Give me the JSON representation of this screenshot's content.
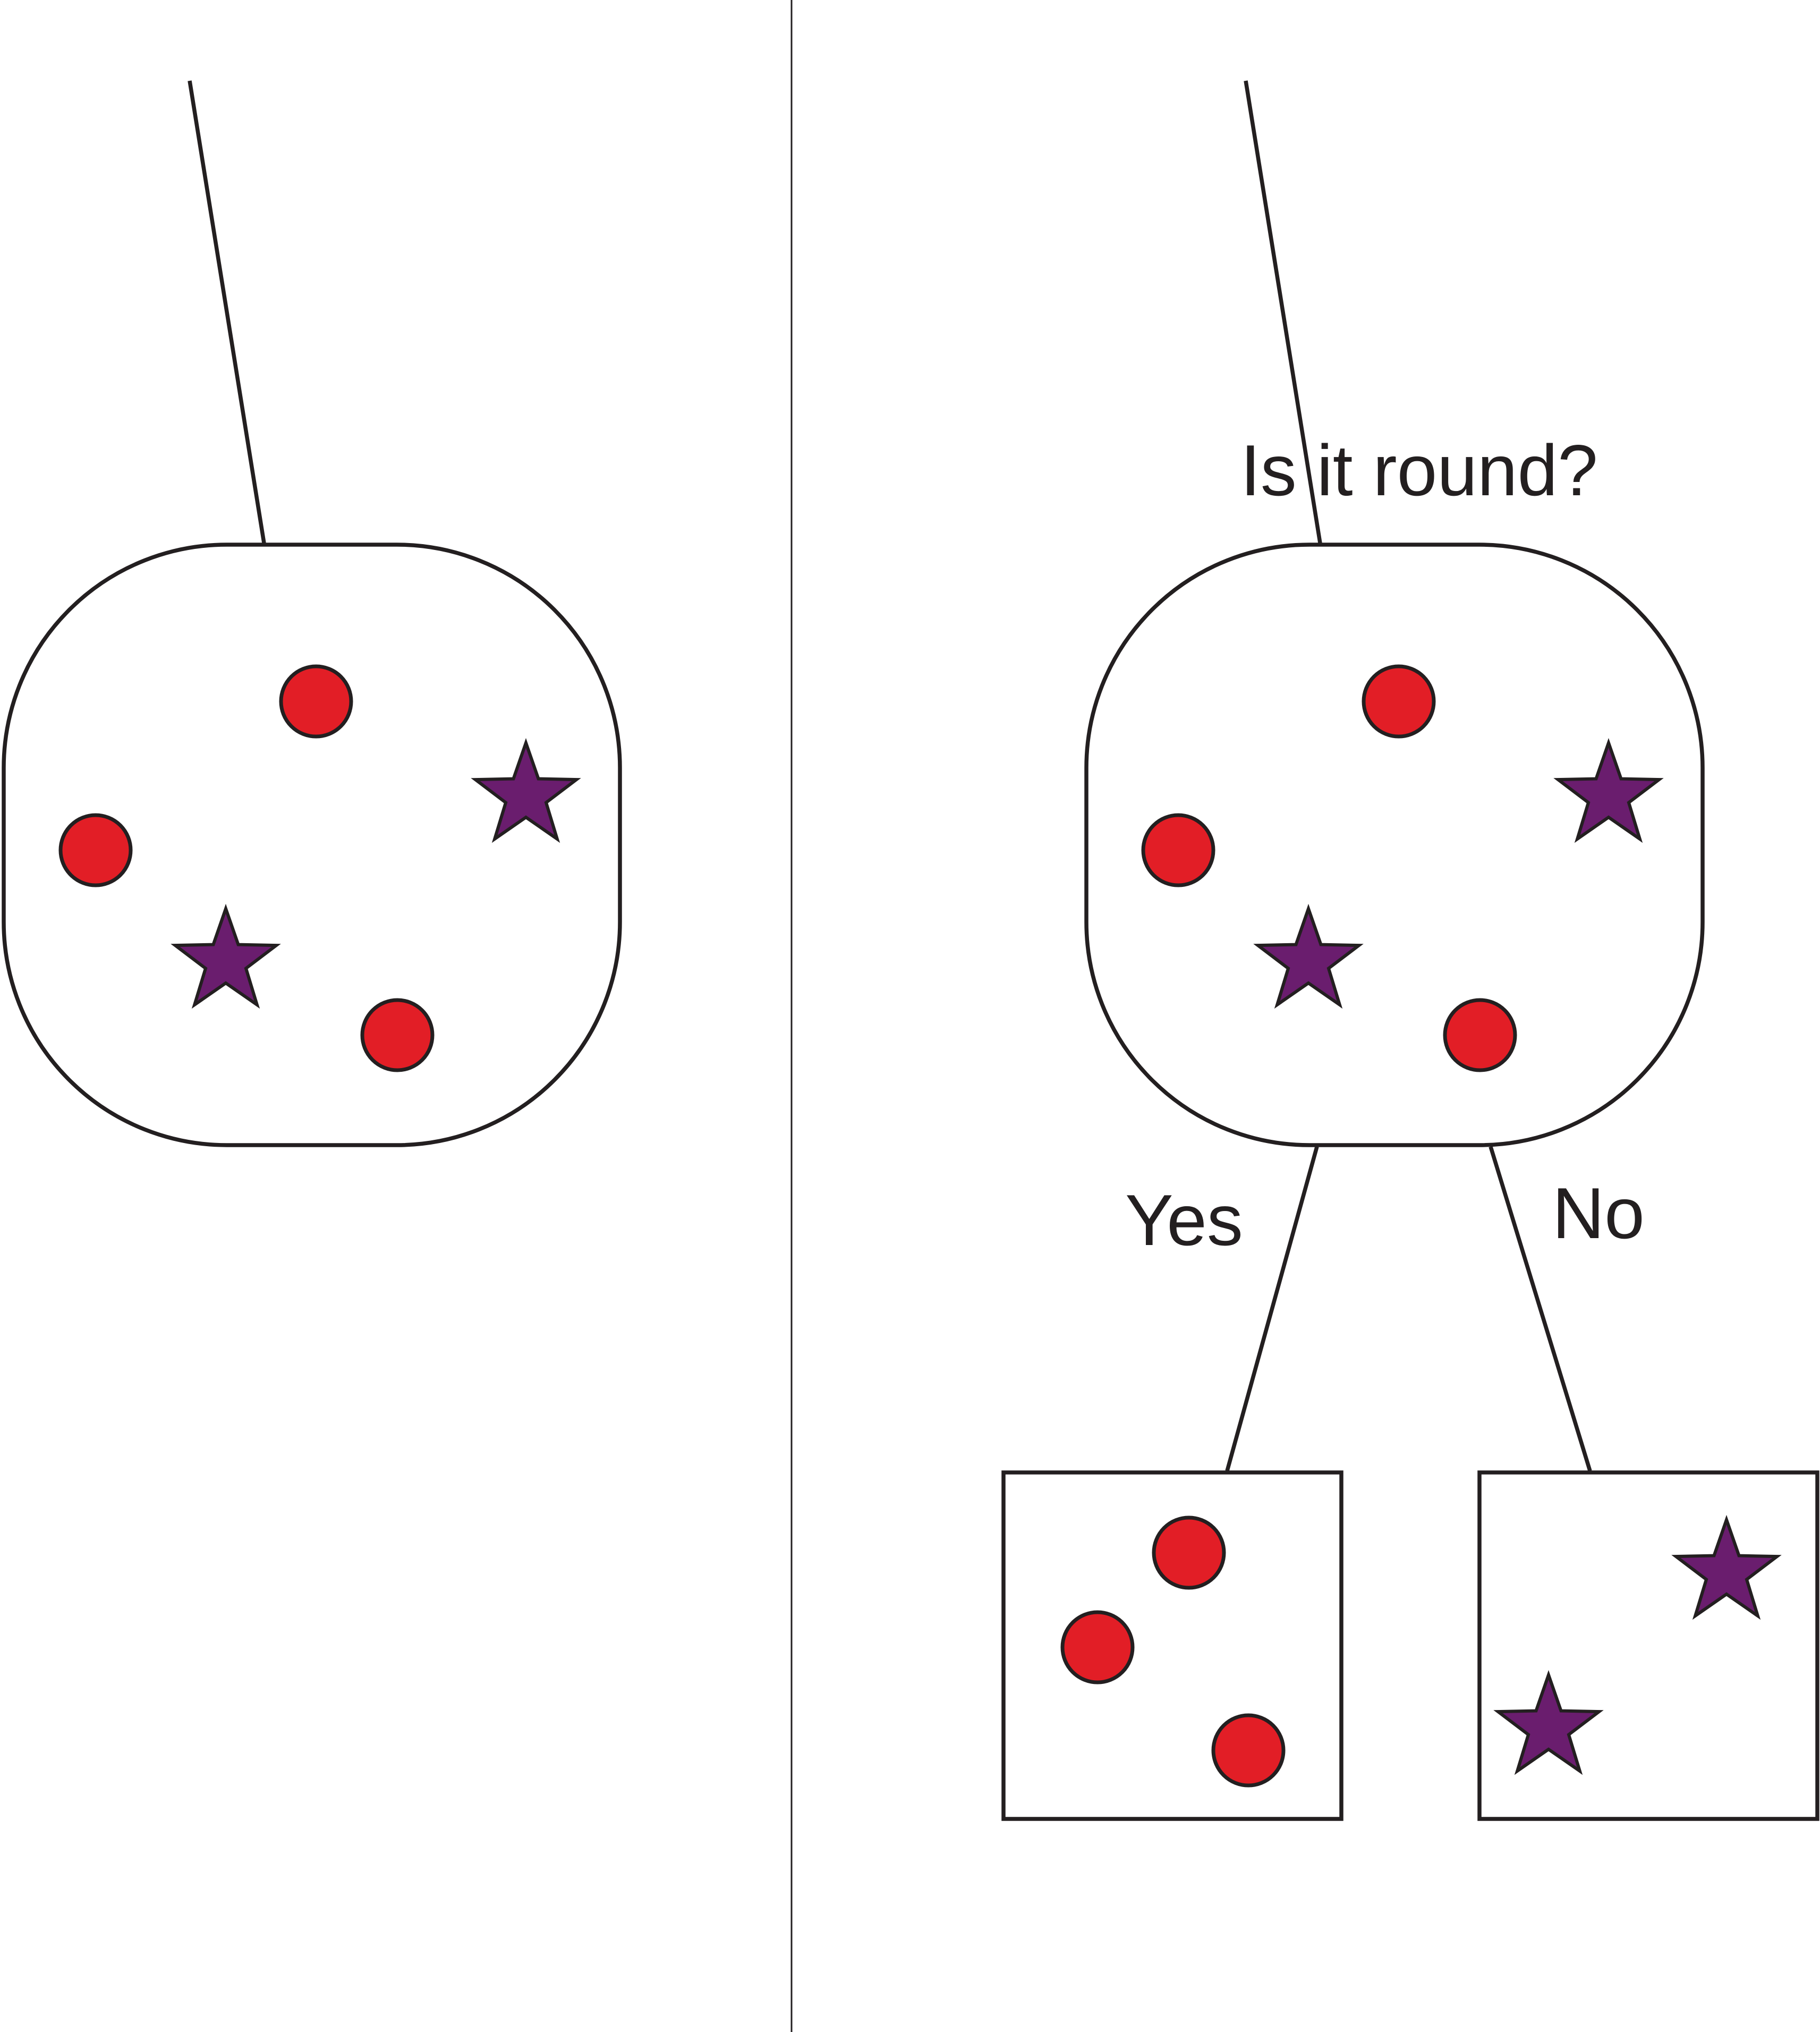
{
  "labels": {
    "question": "Is it round?",
    "yes": "Yes",
    "no": "No"
  },
  "colors": {
    "circle_fill": "#e21e26",
    "star_fill": "#6a1d6e",
    "outline": "#231f20",
    "background": "#ffffff"
  },
  "icons": {
    "circle": "red-circle-icon",
    "star": "purple-star-icon"
  },
  "nodes": {
    "before_split": {
      "circles": 3,
      "stars": 2
    },
    "root": {
      "circles": 3,
      "stars": 2
    },
    "yes_leaf": {
      "circles": 3,
      "stars": 0
    },
    "no_leaf": {
      "circles": 0,
      "stars": 2
    }
  }
}
